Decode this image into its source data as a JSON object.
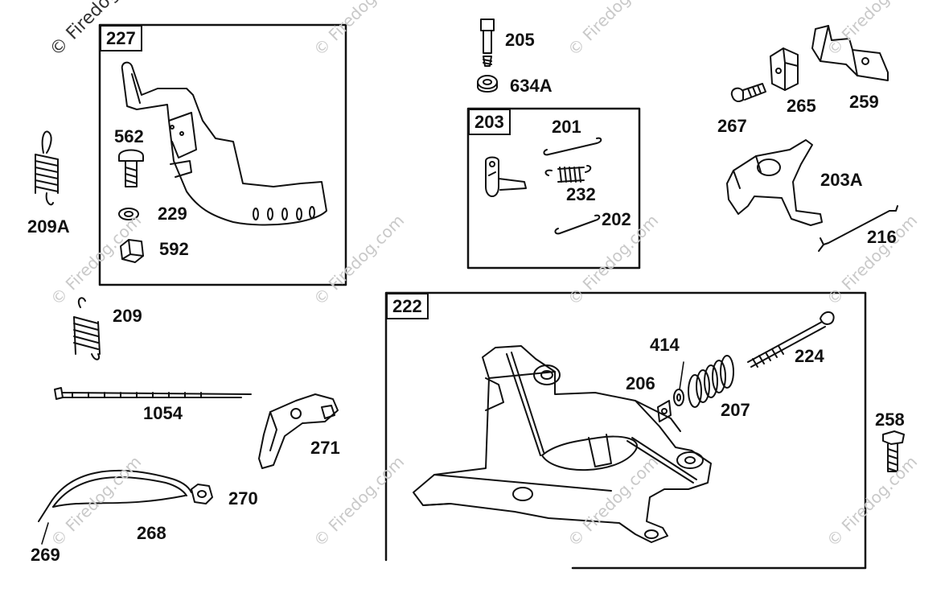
{
  "watermark": "© Firedog.com",
  "watermark_corner": "© Firedog",
  "groups": [
    {
      "id": "group-227",
      "label": "227"
    },
    {
      "id": "group-203",
      "label": "203"
    },
    {
      "id": "group-222",
      "label": "222"
    }
  ],
  "parts": {
    "p205": "205",
    "p634a": "634A",
    "p201": "201",
    "p232": "232",
    "p202": "202",
    "p562": "562",
    "p229": "229",
    "p592": "592",
    "p209a": "209A",
    "p267": "267",
    "p265": "265",
    "p259": "259",
    "p203a": "203A",
    "p216": "216",
    "p209": "209",
    "p1054": "1054",
    "p271": "271",
    "p270": "270",
    "p268": "268",
    "p269": "269",
    "p414": "414",
    "p206": "206",
    "p207": "207",
    "p224": "224",
    "p258": "258"
  }
}
